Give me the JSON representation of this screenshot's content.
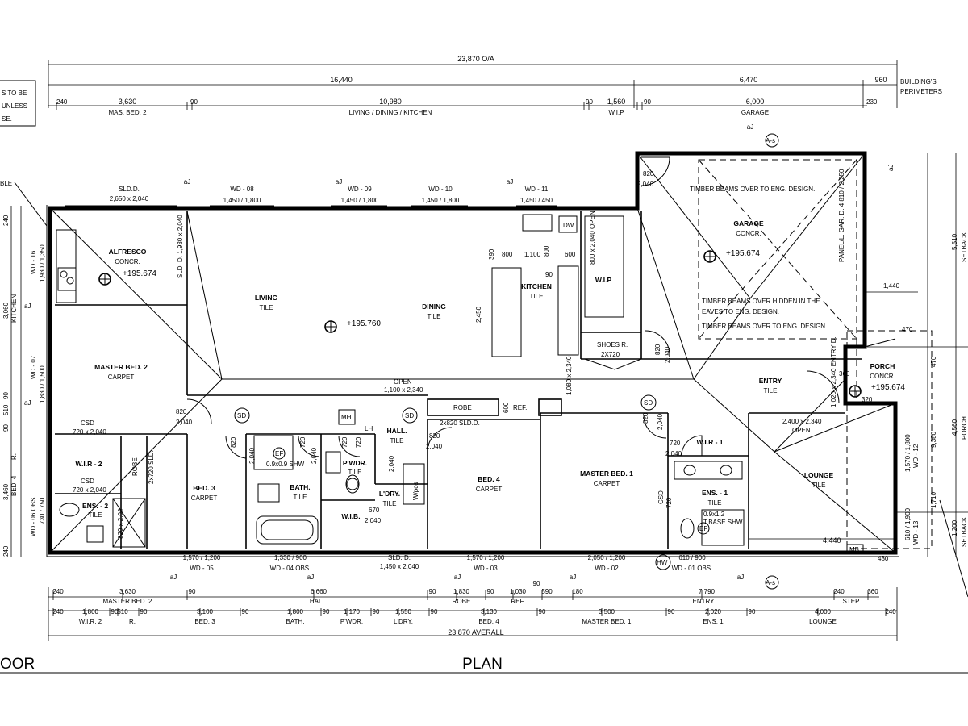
{
  "title": "PLAN",
  "partial_left_title": "OOR",
  "note_box": [
    "S TO BE",
    "UNLESS",
    "SE."
  ],
  "left_tag": "BLE",
  "top_dims": {
    "overall": "23,870 O/A",
    "row2": [
      "16,440",
      "6,470",
      "960"
    ],
    "perimeter_label": [
      "BUILDING'S",
      "PERIMETERS"
    ],
    "row3": [
      "240",
      "3,630",
      "90",
      "10,980",
      "90",
      "1,560",
      "90",
      "6,000",
      "230"
    ],
    "row3_rooms": [
      "MAS. BED. 2",
      "LIVING / DINING / KITCHEN",
      "W.I.P",
      "GARAGE"
    ]
  },
  "bottom_dims": {
    "row1": [
      "240",
      "3,630",
      "90",
      "6,660",
      "90",
      "1,830",
      "90",
      "1,030",
      "590",
      "180",
      "7,790",
      "240",
      "360"
    ],
    "row1_mid": "90",
    "row1_rooms": [
      "MASTER BED. 2",
      "HALL.",
      "ROBE",
      "REF.",
      "ENTRY",
      "STEP"
    ],
    "row2": [
      "240",
      "1,800",
      "90",
      "510",
      "90",
      "3,100",
      "90",
      "1,800",
      "90",
      "1,170",
      "90",
      "1,550",
      "90",
      "3,130",
      "90",
      "3,500",
      "90",
      "2,020",
      "90",
      "4,000",
      "240"
    ],
    "row2_rooms": [
      "W.I.R. 2",
      "R.",
      "BED. 3",
      "BATH.",
      "P'WDR.",
      "L'DRY.",
      "BED. 4",
      "MASTER BED. 1",
      "ENS. 1",
      "LOUNGE"
    ],
    "overall": "23,870 AVERALL"
  },
  "right_dims": [
    "5,510",
    "SETBACK",
    "4,560",
    "PORCH",
    "1,200",
    "SETBACK",
    "9,380",
    "1,440",
    "470",
    "470",
    "1,710",
    "480",
    "4,440",
    "320",
    "360"
  ],
  "left_dims": [
    "240",
    "WD - 16",
    "1,930 / 1,350",
    "3,060",
    "KITCHEN",
    "aJ",
    "WD - 07",
    "1,830 / 1,500",
    "aJ",
    "R.",
    "3,460",
    "BED. 4",
    "WD - 06 OBS.",
    "730 / 750",
    "240",
    "90",
    "510",
    "90"
  ],
  "rooms": [
    {
      "name": "ALFRESCO",
      "finish": "CONCR."
    },
    {
      "name": "LIVING",
      "finish": "TILE"
    },
    {
      "name": "DINING",
      "finish": "TILE"
    },
    {
      "name": "KITCHEN",
      "finish": "TILE"
    },
    {
      "name": "W.I.P",
      "finish": ""
    },
    {
      "name": "GARAGE",
      "finish": "CONCR."
    },
    {
      "name": "MASTER BED. 2",
      "finish": "CARPET"
    },
    {
      "name": "W.I.R - 2",
      "finish": ""
    },
    {
      "name": "ENS. - 2",
      "finish": "TILE"
    },
    {
      "name": "BED. 3",
      "finish": "CARPET"
    },
    {
      "name": "BATH.",
      "finish": "TILE"
    },
    {
      "name": "P'WDR.",
      "finish": "TILE"
    },
    {
      "name": "W.I.B.",
      "finish": ""
    },
    {
      "name": "HALL.",
      "finish": "TILE"
    },
    {
      "name": "L'DRY.",
      "finish": "TILE"
    },
    {
      "name": "BED. 4",
      "finish": "CARPET"
    },
    {
      "name": "MASTER BED. 1",
      "finish": "CARPET"
    },
    {
      "name": "W.I.R - 1",
      "finish": ""
    },
    {
      "name": "ENS. - 1",
      "finish": "TILE"
    },
    {
      "name": "ENTRY",
      "finish": "TILE"
    },
    {
      "name": "LOUNGE",
      "finish": "TILE"
    },
    {
      "name": "PORCH",
      "finish": "CONCR."
    }
  ],
  "levels": [
    "+195.674",
    "+195.760",
    "+195.674",
    "+195.674"
  ],
  "windows_top": [
    {
      "id": "SLD.D.",
      "size": "2,650 x 2,040"
    },
    {
      "id": "WD - 08",
      "size": "1,450 / 1,800"
    },
    {
      "id": "WD - 09",
      "size": "1,450 / 1,800"
    },
    {
      "id": "WD - 10",
      "size": "1,450 / 1,800"
    },
    {
      "id": "WD - 11",
      "size": "1,450 / 450"
    }
  ],
  "windows_bottom": [
    {
      "id": "WD - 05",
      "size": "1,570 / 1,200"
    },
    {
      "id": "WD - 04 OBS.",
      "size": "1,330 / 900"
    },
    {
      "id": "SLD. D.",
      "size": "1,450 x 2,040"
    },
    {
      "id": "WD - 03",
      "size": "1,570 / 1,200"
    },
    {
      "id": "WD - 02",
      "size": "2,050 / 1,200"
    },
    {
      "id": "WD - 01 OBS.",
      "size": "610 / 900"
    }
  ],
  "garage_notes": [
    "TIMBER BEAMS OVER TO ENG. DESIGN.",
    "TIMBER BEAMS OVER HIDDEN IN THE",
    "EAVES TO ENG. DESIGN.",
    "TIMBER BEAMS OVER TO ENG. DESIGN."
  ],
  "garage_door": "PANEL/L. GAR. D. 4,810 / 2,250",
  "aj": "aJ",
  "as_marker": "A-s",
  "symbols": [
    "SD",
    "MH",
    "SD",
    "SD",
    "EF",
    "EF",
    "HW",
    "MB",
    "DW",
    "LH"
  ],
  "labels_misc": {
    "alfresco_sld": "SLD. D. 1,930 x 2,040",
    "door_820": "820",
    "door_2040": "2,040",
    "door_720": "720",
    "door_670": "670",
    "kitchen_800": "800",
    "kitchen_1100": "1,100",
    "kitchen_600": "600",
    "kitchen_390": "390",
    "kitchen_2450": "2,450",
    "kitchen_90": "90",
    "wip_open": "800 x 2,040 OPEN",
    "shoes": "SHOES R.",
    "shoes_size": "2X720",
    "open_lab": "OPEN",
    "open_size": "1,100 x 2,340",
    "robe": "ROBE",
    "robe_600": "600",
    "ref": "REF.",
    "sld_2x820": "2x820 SLD.D.",
    "csd": "CSD",
    "csd_size": "720 x 2,040",
    "robe_v": "ROBE",
    "robe_v2": "2x720 SLD.",
    "sh": "0.9x0.9 SHW",
    "sh1": "0.9x1.2",
    "sh1b": "T.BASE SHW",
    "entry_open": "2,400 x 2,340",
    "entry_open2": "OPEN",
    "entry_door": "1,020 x 2,340 ENTRY D.",
    "wd12": "1,570 / 1,800",
    "wd12b": "WD - 12",
    "wd13": "610 / 1,900",
    "wd13b": "WD - 13",
    "wd13c": "1,080 x 2,340",
    "w_pos": "W/pos",
    "ens2_open": "820 x 2,04",
    "chk": "2,040"
  }
}
